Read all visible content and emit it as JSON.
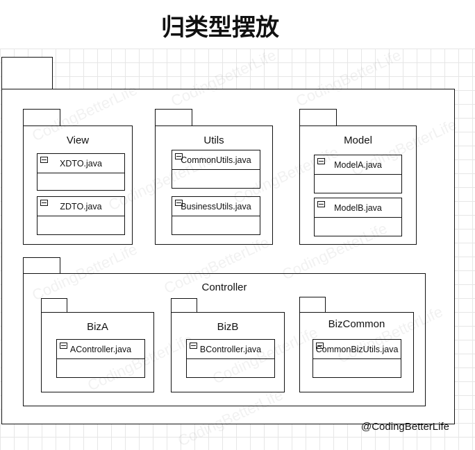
{
  "title": "归类型摆放",
  "packages": {
    "view": {
      "label": "View",
      "classes": [
        "XDTO.java",
        "ZDTO.java"
      ]
    },
    "utils": {
      "label": "Utils",
      "classes": [
        "CommonUtils.java",
        "BusinessUtils.java"
      ]
    },
    "model": {
      "label": "Model",
      "classes": [
        "ModelA.java",
        "ModelB.java"
      ]
    },
    "controller": {
      "label": "Controller",
      "bizA": {
        "label": "BizA",
        "classes": [
          "AController.java"
        ]
      },
      "bizB": {
        "label": "BizB",
        "classes": [
          "BController.java"
        ]
      },
      "bizCommon": {
        "label": "BizCommon",
        "classes": [
          "CommonBizUtils.java"
        ]
      }
    }
  },
  "watermark": "CodingBetterLife",
  "credit": "@CodingBetterLife"
}
